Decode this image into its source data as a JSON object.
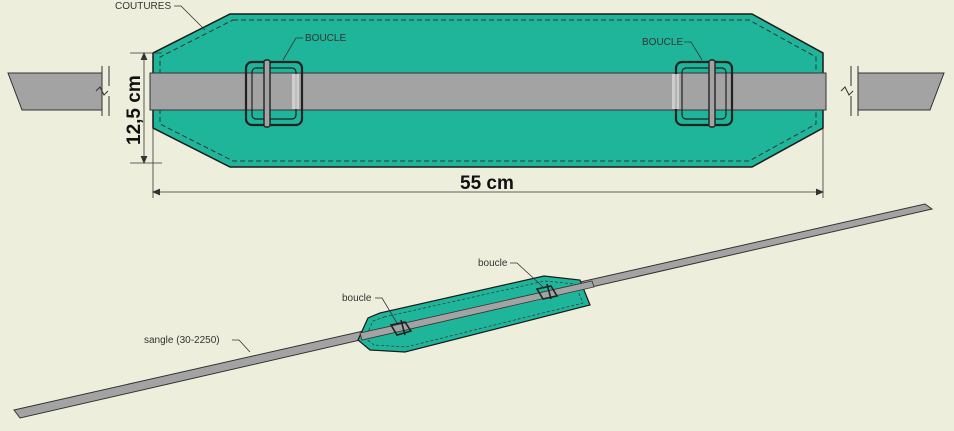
{
  "colors": {
    "background": "#eeeedc",
    "pad": "#1fb59a",
    "pad_outline": "#1a1a1a",
    "strap": "#a3a3a3",
    "strap_outline": "#333333",
    "stitching": "#333333"
  },
  "top_view": {
    "label_coutures": "COUTURES",
    "label_buckle_left": "BOUCLE",
    "label_buckle_right": "BOUCLE",
    "dim_height": "12,5 cm",
    "dim_width": "55 cm"
  },
  "perspective_view": {
    "label_buckle_upper": "boucle",
    "label_buckle_lower": "boucle",
    "label_strap": "sangle (30-2250)"
  }
}
